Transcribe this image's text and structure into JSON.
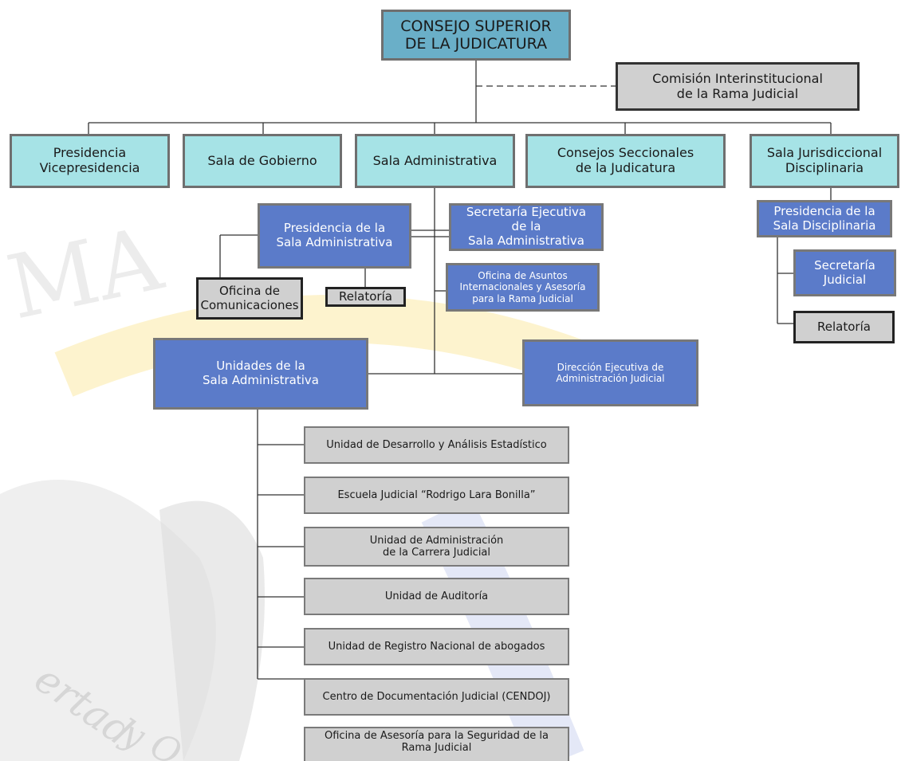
{
  "colors": {
    "top_box": "#6aafc8",
    "branch_box": "#a6e3e6",
    "admin_box": "#5b7bc9",
    "unit_box": "#d0d0d0",
    "line": "#333333",
    "watermark_gold": "#fbe9a6",
    "watermark_blue": "#c9d2ef",
    "watermark_gray": "#e8e8e8"
  },
  "nodes": {
    "consejo": "CONSEJO SUPERIOR\nDE LA JUDICATURA",
    "comision": "Comisión Interinstitucional\nde la Rama Judicial",
    "presidencia": "Presidencia\nVicepresidencia",
    "sala_gobierno": "Sala de Gobierno",
    "sala_administrativa": "Sala Administrativa",
    "consejos_seccionales": "Consejos Seccionales\nde la Judicatura",
    "sala_jurisdiccional": "Sala Jurisdiccional\nDisciplinaria",
    "presidencia_sala_admin": "Presidencia de la\nSala Administrativa",
    "secretaria_ejecutiva": "Secretaría Ejecutiva\nde la\nSala Administrativa",
    "oficina_asuntos": "Oficina de Asuntos\nInternacionales y Asesoría\npara la Rama Judicial",
    "oficina_comunicaciones": "Oficina de\nComunicaciones",
    "relatoria_admin": "Relatoría",
    "presidencia_sala_disc": "Presidencia de la\nSala Disciplinaria",
    "secretaria_judicial": "Secretaría\nJudicial",
    "relatoria_disc": "Relatoría",
    "unidades": "Unidades de la\nSala Administrativa",
    "direccion_ejecutiva": "Dirección Ejecutiva de\nAdministración Judicial"
  },
  "units": [
    "Unidad de Desarrollo y Análisis Estadístico",
    "Escuela Judicial “Rodrigo Lara Bonilla”",
    "Unidad de Administración\nde la Carrera Judicial",
    "Unidad de Auditoría",
    "Unidad de Registro Nacional de abogados",
    "Centro de Documentación Judicial (CENDOJ)",
    "Oficina de Asesoría para la Seguridad de la\nRama Judicial"
  ],
  "watermark": {
    "letters_top": "MA",
    "motto": "ertad",
    "motto2": "y O"
  }
}
